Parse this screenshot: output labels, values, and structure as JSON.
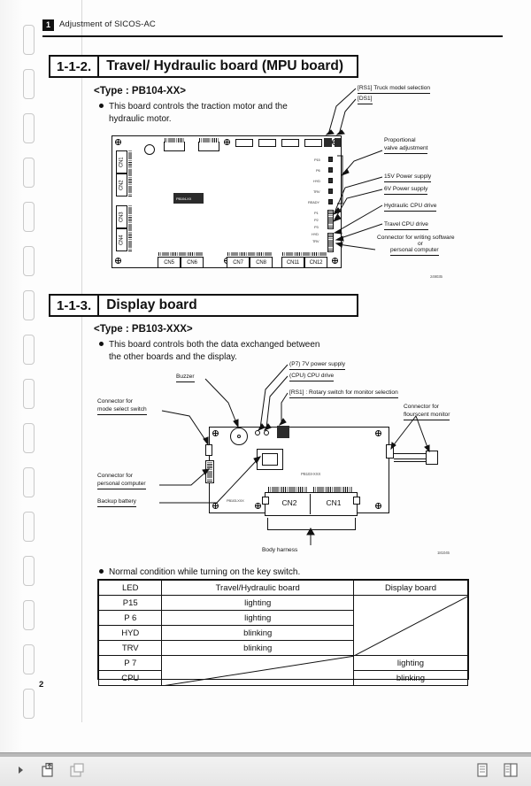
{
  "document": {
    "chapter_number": "1",
    "chapter_title": "Adjustment of SICOS-AC",
    "page_number": "2"
  },
  "sections": [
    {
      "number": "1-1-2.",
      "name": "Travel/ Hydraulic board (MPU board)",
      "type_label": "<Type : PB104-XX>",
      "description_line1": "This board controls the traction motor and the",
      "description_line2": "hydraulic motor.",
      "board_silk": "PB104-XX",
      "figure_code": "249035",
      "callouts": [
        {
          "text": "[RS1] Truck model selection"
        },
        {
          "text": "[DS1]"
        },
        {
          "text": "Proportional"
        },
        {
          "text": "valve adjustment"
        },
        {
          "text": "15V Power supply"
        },
        {
          "text": "6V Power supply"
        },
        {
          "text": "Hydraulic CPU drive"
        },
        {
          "text": "Travel CPU drive"
        },
        {
          "text": "Connector for writing software"
        },
        {
          "text": "or"
        },
        {
          "text": "personal computer"
        }
      ],
      "connectors_left": [
        "CN1",
        "CN2",
        "CN3",
        "CN4"
      ],
      "connectors_bottom": [
        "CN5",
        "CN6",
        "CN7",
        "CN8",
        "CN11",
        "CN12"
      ],
      "led_labels": [
        "P15",
        "P6",
        "HYD",
        "TRV",
        "READY"
      ],
      "test_points": [
        "P1",
        "P2",
        "P3",
        "HYD",
        "TRV"
      ]
    },
    {
      "number": "1-1-3.",
      "name": "Display board",
      "type_label": "<Type : PB103-XXX>",
      "description_line1": "This board controls both the data exchanged between",
      "description_line2": "the other boards and the display.",
      "board_silk": "PB103-XXX",
      "board_silk2": "PB103-XXX",
      "figure_code": "181045",
      "callouts": [
        {
          "text": "Buzzer"
        },
        {
          "text": "(P7) 7V power supply"
        },
        {
          "text": "(CPU) CPU drive"
        },
        {
          "text": "[RS1] : Rotary switch for monitor selection"
        },
        {
          "text": "Connector for"
        },
        {
          "text": "mode select switch"
        },
        {
          "text": "Connector for"
        },
        {
          "text": "flourscent monitor"
        },
        {
          "text": "Connector for"
        },
        {
          "text": "personal computer"
        },
        {
          "text": "Backup battery"
        },
        {
          "text": "Body harness"
        }
      ],
      "connectors": [
        "CN2",
        "CN1"
      ]
    }
  ],
  "led_table": {
    "caption": "Normal condition while turning on the key switch.",
    "headers": [
      "LED",
      "Travel/Hydraulic board",
      "Display board"
    ],
    "rows": [
      {
        "led": "P15",
        "travel": "lighting",
        "display": ""
      },
      {
        "led": "P 6",
        "travel": "lighting",
        "display": ""
      },
      {
        "led": "HYD",
        "travel": "blinking",
        "display": ""
      },
      {
        "led": "TRV",
        "travel": "blinking",
        "display": ""
      },
      {
        "led": "P 7",
        "travel": "",
        "display": "lighting"
      },
      {
        "led": "CPU",
        "travel": "",
        "display": "blinking"
      }
    ]
  },
  "toolbar": {
    "prev_icon": "arrow-right-icon",
    "import_icon": "import-page-icon",
    "copy_icon": "copy-page-icon",
    "single_page_icon": "single-page-view-icon",
    "two_page_icon": "two-page-view-icon"
  }
}
